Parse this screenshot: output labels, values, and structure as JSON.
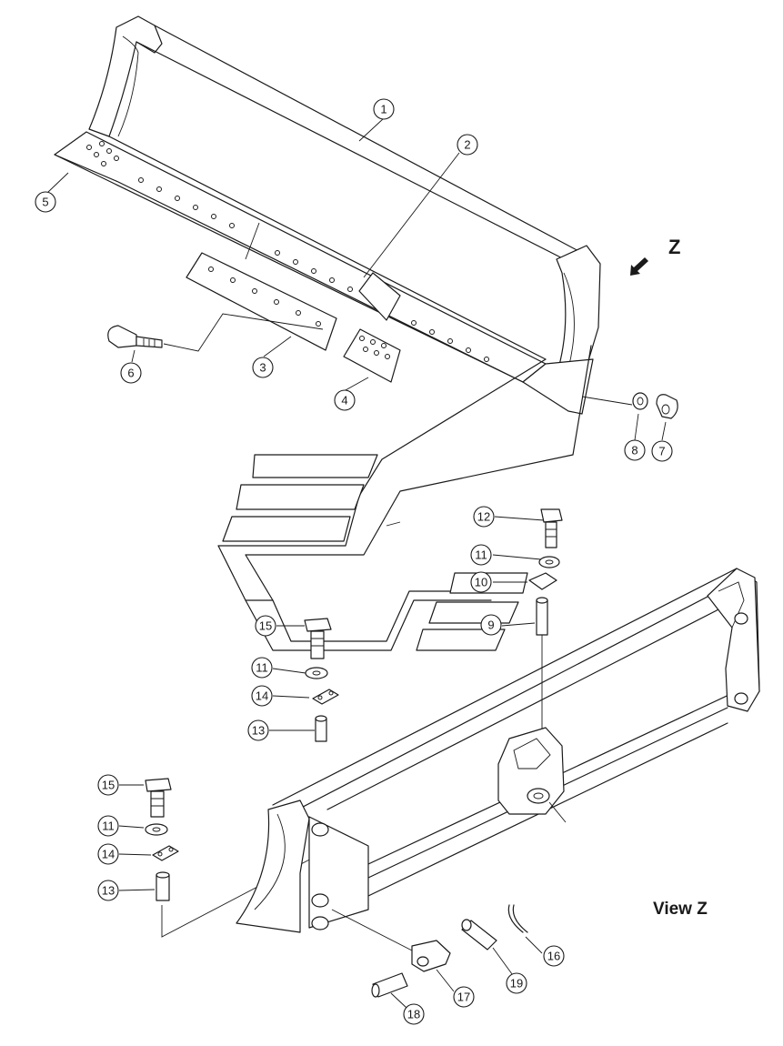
{
  "labels": {
    "view_marker": "Z",
    "view_caption": "View Z"
  },
  "callouts": [
    "1",
    "2",
    "3",
    "4",
    "5",
    "6",
    "7",
    "8",
    "9",
    "10",
    "11",
    "11",
    "11",
    "12",
    "13",
    "13",
    "14",
    "14",
    "15",
    "15",
    "16",
    "17",
    "18",
    "19"
  ]
}
